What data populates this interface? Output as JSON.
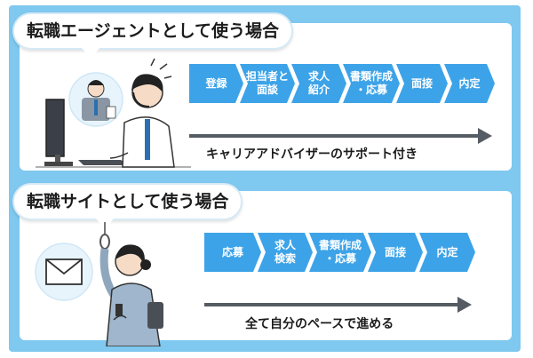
{
  "agent": {
    "title": "転職エージェントとして使う場合",
    "steps": [
      "登録",
      "担当者と\n面談",
      "求人\n紹介",
      "書類作成\n・応募",
      "面接",
      "内定"
    ],
    "caption": "キャリアアドバイザーのサポート付き"
  },
  "site": {
    "title": "転職サイトとして使う場合",
    "steps": [
      "応募",
      "求人\n検索",
      "書類作成\n・応募",
      "面接",
      "内定"
    ],
    "caption": "全て自分のペースで進める"
  },
  "colors": {
    "frame": "#7fc8ef",
    "step": "#3da3e8",
    "arrow": "#555c63"
  },
  "icons": [
    "computer-monitor-icon",
    "advisor-video-call-icon",
    "envelope-icon"
  ]
}
